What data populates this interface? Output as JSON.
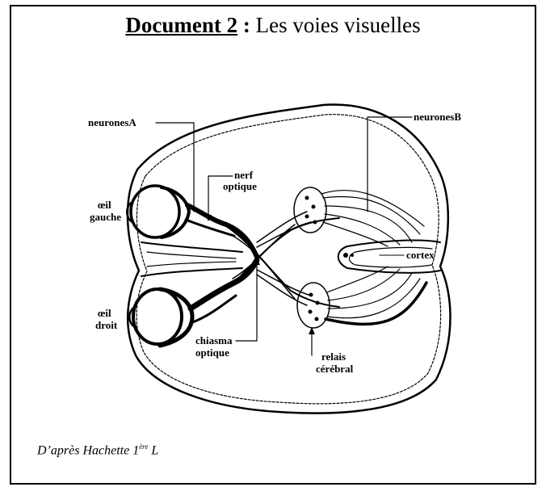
{
  "title": {
    "label": "Document 2",
    "separator": " : ",
    "text": "Les voies visuelles"
  },
  "labels": {
    "neuronesA": "neuronesA",
    "neuronesB": "neuronesB",
    "nerf": "nerf",
    "optique_nerf": "optique",
    "oeil_gauche_1": "œil",
    "oeil_gauche_2": "gauche",
    "oeil_droit_1": "œil",
    "oeil_droit_2": "droit",
    "cortex": "cortex",
    "chiasma": "chiasma",
    "optique_chiasma": "optique",
    "relais": "relais",
    "cerebral": "cérébral"
  },
  "credit": {
    "text": "D’après Hachette 1",
    "sup": "ère",
    "suffix": " L"
  }
}
